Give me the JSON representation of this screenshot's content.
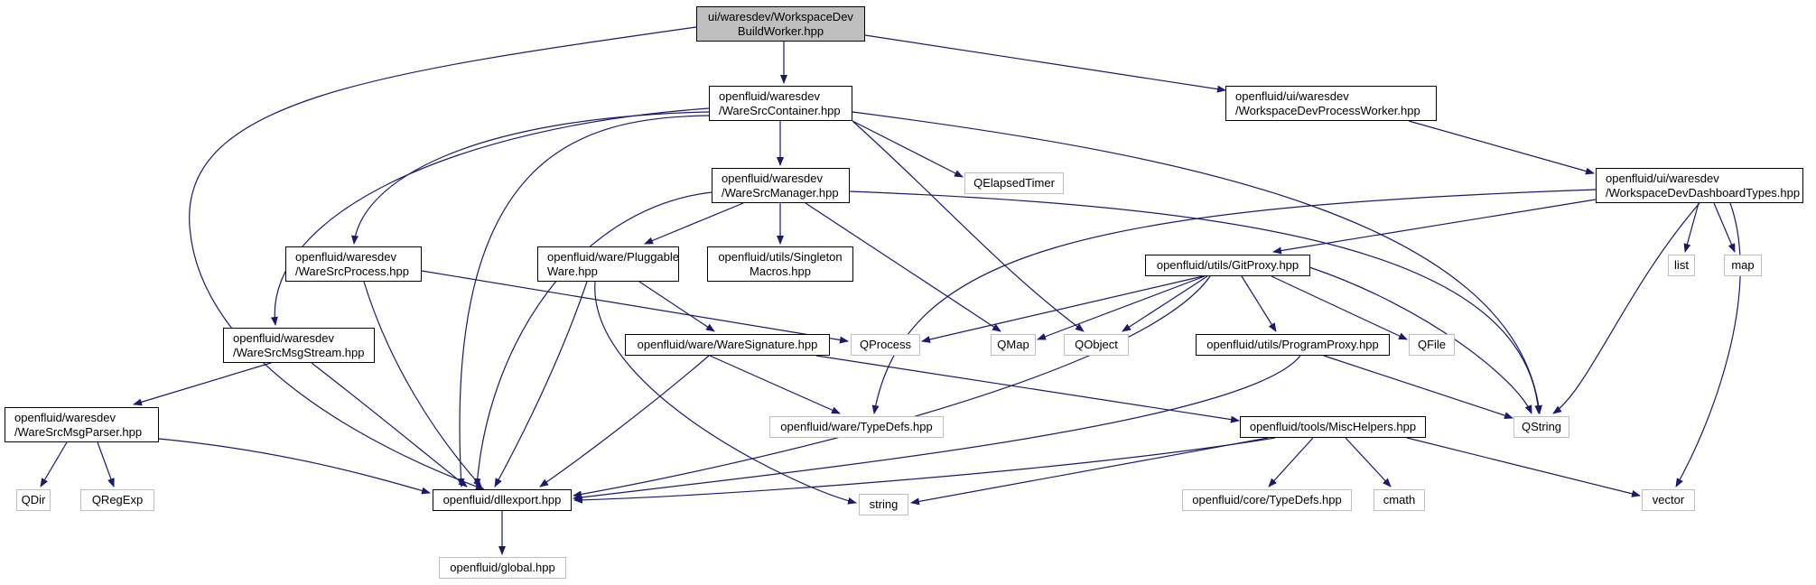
{
  "graph": {
    "edge_color": "#191970",
    "nodes": [
      {
        "id": "root",
        "lines": [
          "ui/waresdev/WorkspaceDev",
          "BuildWorker.hpp"
        ],
        "kind": "root"
      },
      {
        "id": "wsc",
        "lines": [
          "openfluid/waresdev",
          "/WareSrcContainer.hpp"
        ],
        "kind": "local"
      },
      {
        "id": "wdpw",
        "lines": [
          "openfluid/ui/waresdev",
          "/WorkspaceDevProcessWorker.hpp"
        ],
        "kind": "local"
      },
      {
        "id": "wsm",
        "lines": [
          "openfluid/waresdev",
          "/WareSrcManager.hpp"
        ],
        "kind": "local"
      },
      {
        "id": "qet",
        "lines": [
          "QElapsedTimer"
        ],
        "kind": "ext"
      },
      {
        "id": "wddt",
        "lines": [
          "openfluid/ui/waresdev",
          "/WorkspaceDevDashboardTypes.hpp"
        ],
        "kind": "local"
      },
      {
        "id": "wsp",
        "lines": [
          "openfluid/waresdev",
          "/WareSrcProcess.hpp"
        ],
        "kind": "local"
      },
      {
        "id": "pw",
        "lines": [
          "openfluid/ware/Pluggable",
          "Ware.hpp"
        ],
        "kind": "local"
      },
      {
        "id": "sm",
        "lines": [
          "openfluid/utils/Singleton",
          "Macros.hpp"
        ],
        "kind": "local"
      },
      {
        "id": "git",
        "lines": [
          "openfluid/utils/GitProxy.hpp"
        ],
        "kind": "local"
      },
      {
        "id": "list",
        "lines": [
          "list"
        ],
        "kind": "ext"
      },
      {
        "id": "map",
        "lines": [
          "map"
        ],
        "kind": "ext"
      },
      {
        "id": "wsms",
        "lines": [
          "openfluid/waresdev",
          "/WareSrcMsgStream.hpp"
        ],
        "kind": "local"
      },
      {
        "id": "ws",
        "lines": [
          "openfluid/ware/WareSignature.hpp"
        ],
        "kind": "local"
      },
      {
        "id": "qprocess",
        "lines": [
          "QProcess"
        ],
        "kind": "ext"
      },
      {
        "id": "qmap",
        "lines": [
          "QMap"
        ],
        "kind": "ext"
      },
      {
        "id": "qobject",
        "lines": [
          "QObject"
        ],
        "kind": "ext"
      },
      {
        "id": "pp",
        "lines": [
          "openfluid/utils/ProgramProxy.hpp"
        ],
        "kind": "local"
      },
      {
        "id": "qfile",
        "lines": [
          "QFile"
        ],
        "kind": "ext"
      },
      {
        "id": "wsmp",
        "lines": [
          "openfluid/waresdev",
          "/WareSrcMsgParser.hpp"
        ],
        "kind": "local"
      },
      {
        "id": "wtd",
        "lines": [
          "openfluid/ware/TypeDefs.hpp"
        ],
        "kind": "ext"
      },
      {
        "id": "mh",
        "lines": [
          "openfluid/tools/MiscHelpers.hpp"
        ],
        "kind": "local"
      },
      {
        "id": "qstring",
        "lines": [
          "QString"
        ],
        "kind": "ext"
      },
      {
        "id": "qdir",
        "lines": [
          "QDir"
        ],
        "kind": "ext"
      },
      {
        "id": "qregexp",
        "lines": [
          "QRegExp"
        ],
        "kind": "ext"
      },
      {
        "id": "dll",
        "lines": [
          "openfluid/dllexport.hpp"
        ],
        "kind": "local"
      },
      {
        "id": "string",
        "lines": [
          "string"
        ],
        "kind": "ext"
      },
      {
        "id": "ctd",
        "lines": [
          "openfluid/core/TypeDefs.hpp"
        ],
        "kind": "ext"
      },
      {
        "id": "cmath",
        "lines": [
          "cmath"
        ],
        "kind": "ext"
      },
      {
        "id": "vector",
        "lines": [
          "vector"
        ],
        "kind": "ext"
      },
      {
        "id": "global",
        "lines": [
          "openfluid/global.hpp"
        ],
        "kind": "ext"
      }
    ]
  }
}
